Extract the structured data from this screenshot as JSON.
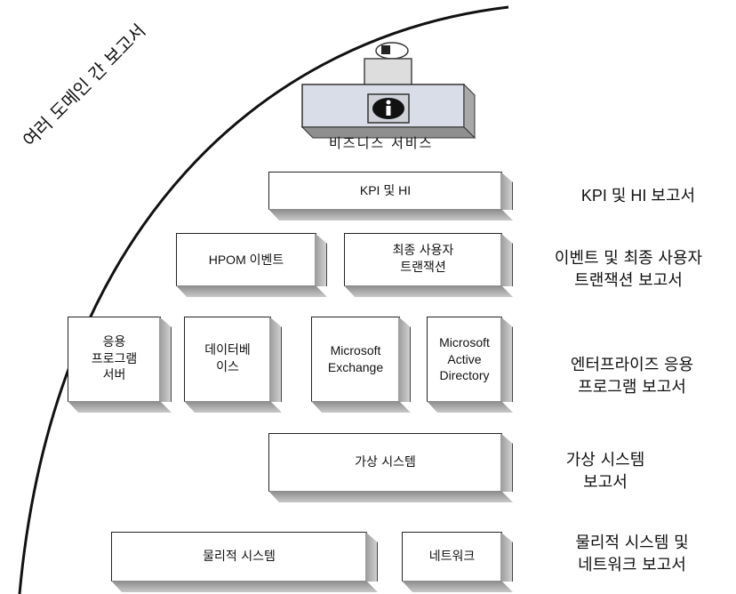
{
  "arc_title": "여러 도메인 간 보고서",
  "business_service": "비즈니스 서비스",
  "boxes": {
    "kpi": "KPI 및 HI",
    "hpom": "HPOM 이벤트",
    "enduser": "최종 사용자\n트랜잭션",
    "appserver": "응용\n프로그램\n서버",
    "database": "데이터베\n이스",
    "exchange": "Microsoft\nExchange",
    "ad": "Microsoft\nActive\nDirectory",
    "virtual": "가상 시스템",
    "physical": "물리적 시스템",
    "network": "네트워크"
  },
  "reports": {
    "kpi": "KPI 및 HI 보고서",
    "events": "이벤트 및 최종 사용자\n트랜잭션 보고서",
    "enterprise": "엔터프라이즈 응용\n프로그램 보고서",
    "virtual": "가상 시스템\n보고서",
    "physical": "물리적 시스템 및\n네트워크 보고서"
  },
  "icons": [
    "person-icon",
    "info-icon"
  ]
}
